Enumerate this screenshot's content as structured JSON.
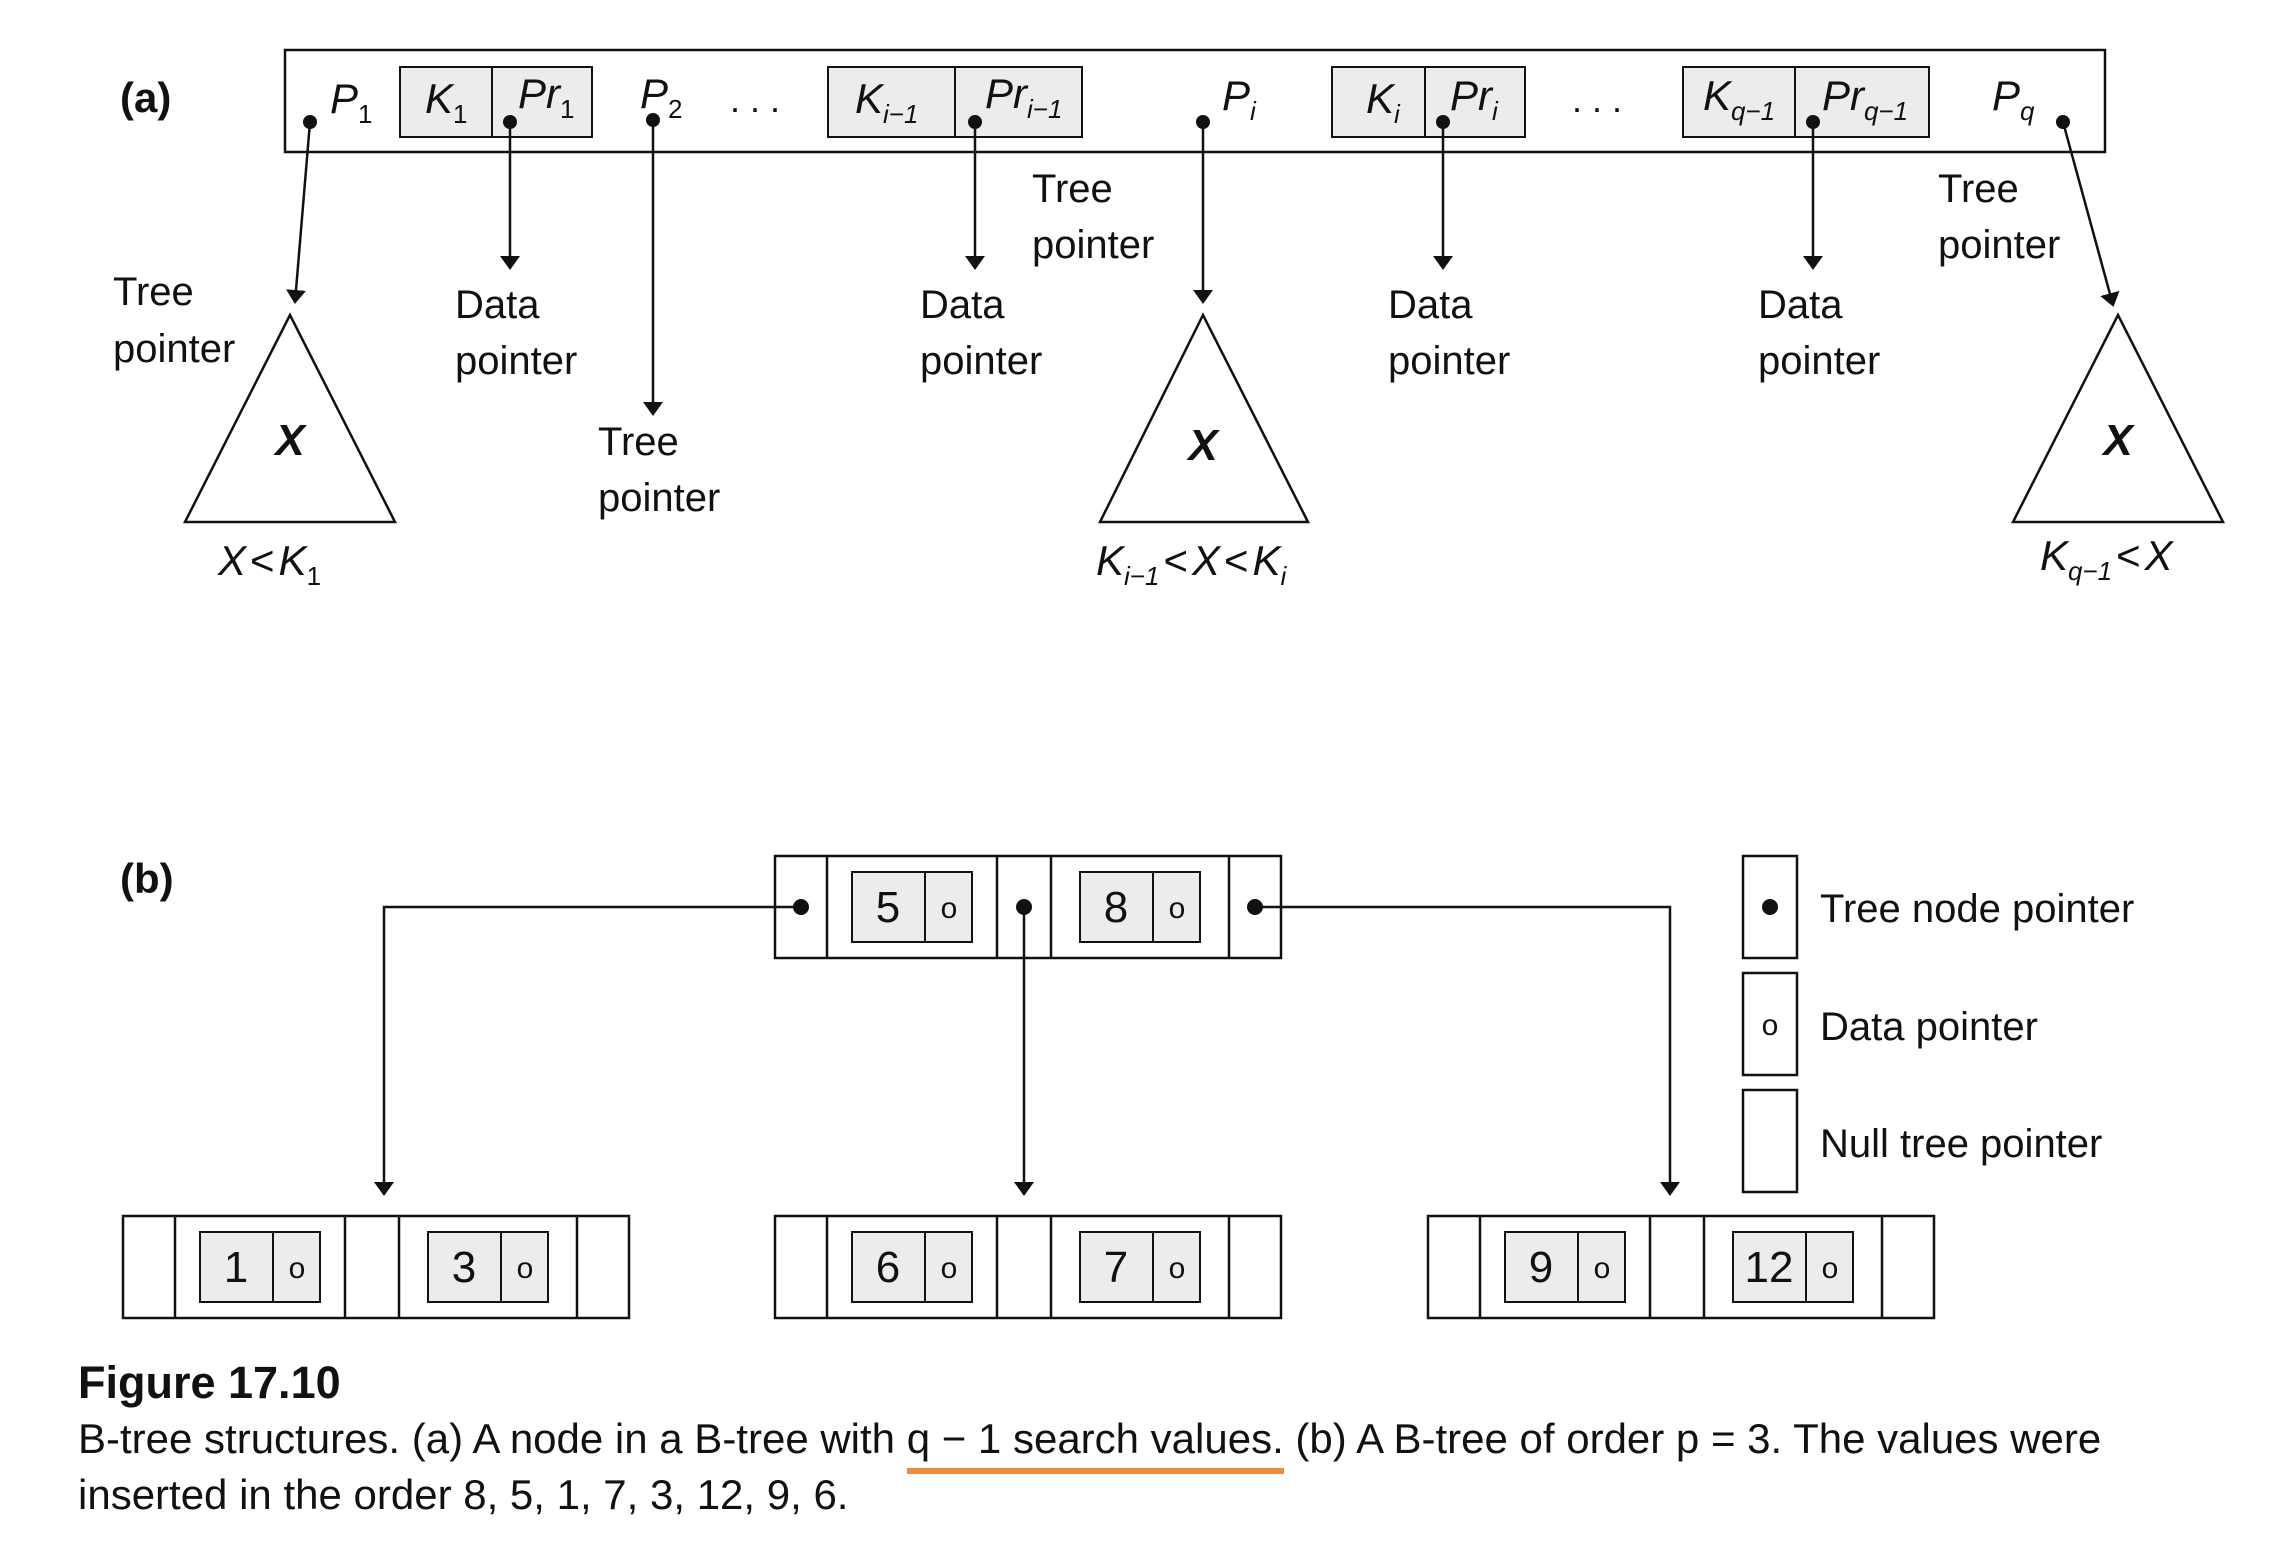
{
  "part_a": {
    "label": "(a)",
    "node": {
      "p1": {
        "base": "P",
        "sub": "1"
      },
      "p2": {
        "base": "P",
        "sub": "2"
      },
      "pi": {
        "base": "P",
        "sub": "i"
      },
      "pq": {
        "base": "P",
        "sub": "q"
      },
      "k1": {
        "base": "K",
        "sub": "1"
      },
      "pr1": {
        "base": "Pr",
        "sub": "1"
      },
      "ki_1": {
        "base": "K",
        "sub": "i−1"
      },
      "pri_1": {
        "base": "Pr",
        "sub": "i−1"
      },
      "ki": {
        "base": "K",
        "sub": "i"
      },
      "pri": {
        "base": "Pr",
        "sub": "i"
      },
      "kq_1": {
        "base": "K",
        "sub": "q−1"
      },
      "prq_1": {
        "base": "Pr",
        "sub": "q−1"
      },
      "ellipsis": ". . ."
    },
    "pointer_labels": {
      "tree_line1": "Tree",
      "tree_line2": "pointer",
      "data_line1": "Data",
      "data_line2": "pointer"
    },
    "subtree_symbol": "X",
    "conditions": {
      "left": {
        "a": "X",
        "op": "<",
        "b": "K",
        "b_sub": "1"
      },
      "middle": {
        "a": "K",
        "a_sub": "i−1",
        "op1": "<",
        "b": "X",
        "op2": "<",
        "c": "K",
        "c_sub": "i"
      },
      "right": {
        "a": "K",
        "a_sub": "q−1",
        "op": "<",
        "b": "X"
      }
    }
  },
  "part_b": {
    "label": "(b)",
    "root": {
      "keys": [
        "5",
        "8"
      ]
    },
    "leaves": [
      {
        "keys": [
          "1",
          "3"
        ]
      },
      {
        "keys": [
          "6",
          "7"
        ]
      },
      {
        "keys": [
          "9",
          "12"
        ]
      }
    ],
    "data_pointer_symbol": "o",
    "legend": [
      {
        "symbol": "tree-node",
        "label": "Tree node pointer"
      },
      {
        "symbol": "data",
        "label": "Data pointer"
      },
      {
        "symbol": "null",
        "label": "Null tree pointer"
      }
    ]
  },
  "caption": {
    "title": "Figure 17.10",
    "text_before": "B-tree structures. (a) A node in a B-tree with ",
    "text_highlight": "q − 1 search values.",
    "text_after": " (b) A B-tree of order p = 3. The values were inserted in the order 8, 5, 1, 7, 3, 12, 9, 6."
  },
  "colors": {
    "highlight": "#f08a3c",
    "key_fill": "#ececec",
    "ink": "#111111"
  }
}
